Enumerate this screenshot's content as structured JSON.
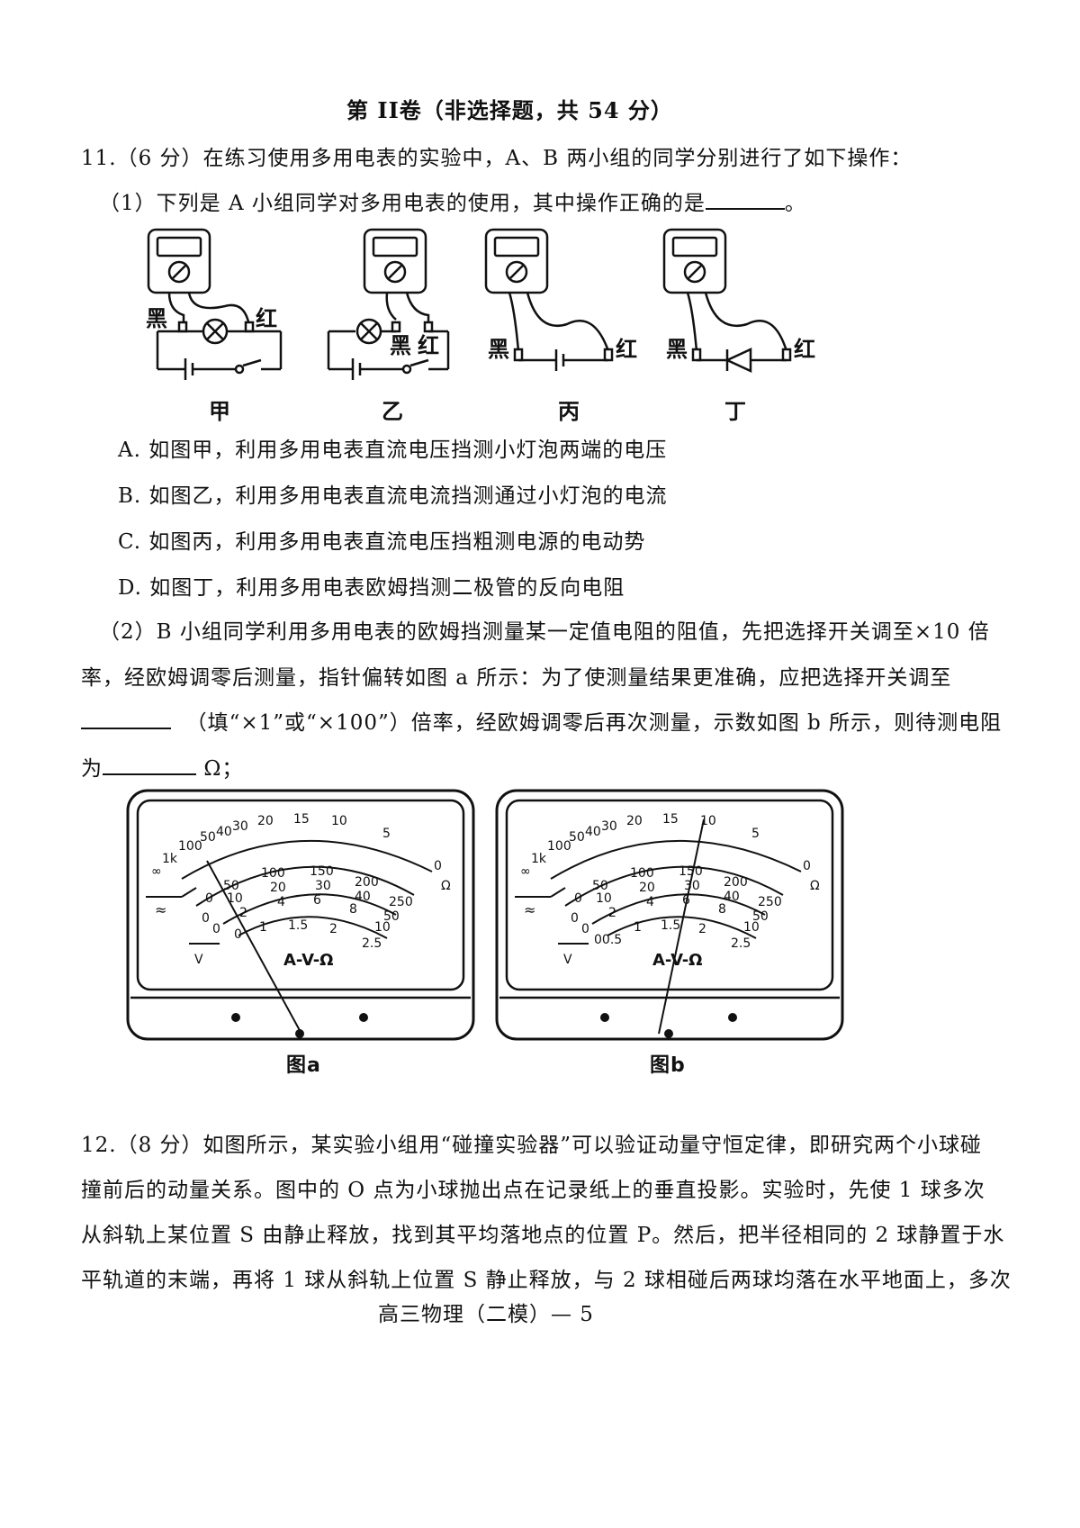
{
  "section_title": "第 II卷（非选择题，共 54 分）",
  "q11": {
    "stem": "11.（6 分）在练习使用多用电表的实验中，A、B 两小组的同学分别进行了如下操作：",
    "part1": "（1）下列是 A 小组同学对多用电表的使用，其中操作正确的是",
    "part1_end": "。",
    "circuit_labels": {
      "black": "黑",
      "red": "红"
    },
    "figure_names": [
      "甲",
      "乙",
      "丙",
      "丁"
    ],
    "options": [
      "A. 如图甲，利用多用电表直流电压挡测小灯泡两端的电压",
      "B. 如图乙，利用多用电表直流电流挡测通过小灯泡的电流",
      "C. 如图丙，利用多用电表直流电压挡粗测电源的电动势",
      "D. 如图丁，利用多用电表欧姆挡测二极管的反向电阻"
    ],
    "part2_line1": "（2）B 小组同学利用多用电表的欧姆挡测量某一定值电阻的阻值，先把选择开关调至×10 倍",
    "part2_line2": "率，经欧姆调零后测量，指针偏转如图 a 所示：为了使测量结果更准确，应把选择开关调至",
    "part2_line3": "（填“×1”或“×100”）倍率，经欧姆调零后再次测量，示数如图 b 所示，则待测电阻",
    "part2_line4a": "为",
    "part2_line4b": "Ω；",
    "meter": {
      "ohm_scale": [
        "∞",
        "1k",
        "100",
        "50",
        "40",
        "30",
        "20",
        "15",
        "10",
        "5",
        "0"
      ],
      "ohm_unit": "Ω",
      "mid_scale": [
        "0",
        "50",
        "100",
        "150",
        "200",
        "250"
      ],
      "mid_scale2": [
        "0",
        "10",
        "20",
        "30",
        "40",
        "50"
      ],
      "inner_scale": [
        "0",
        "2",
        "4",
        "6",
        "8",
        "10"
      ],
      "bottom_scale_a": [
        "0",
        "0.5",
        "1",
        "1.5",
        "2",
        "2.5"
      ],
      "bottom_scale_b": [
        "00.5",
        "1",
        "1.5",
        "2",
        "2.5"
      ],
      "symbol_ac": "≈",
      "symbol_v": "V",
      "brand": "A-V-Ω"
    },
    "figure_captions": [
      "图a",
      "图b"
    ]
  },
  "q12": {
    "line1": "12.（8 分）如图所示，某实验小组用“碰撞实验器”可以验证动量守恒定律，即研究两个小球碰",
    "line2": "撞前后的动量关系。图中的 O 点为小球抛出点在记录纸上的垂直投影。实验时，先使 1 球多次",
    "line3": "从斜轨上某位置 S 由静止释放，找到其平均落地点的位置 P。然后，把半径相同的 2 球静置于水",
    "line4": "平轨道的末端，再将 1 球从斜轨上位置 S 静止释放，与 2 球相碰后两球均落在水平地面上，多次"
  },
  "footer": "高三物理（二模）— 5"
}
